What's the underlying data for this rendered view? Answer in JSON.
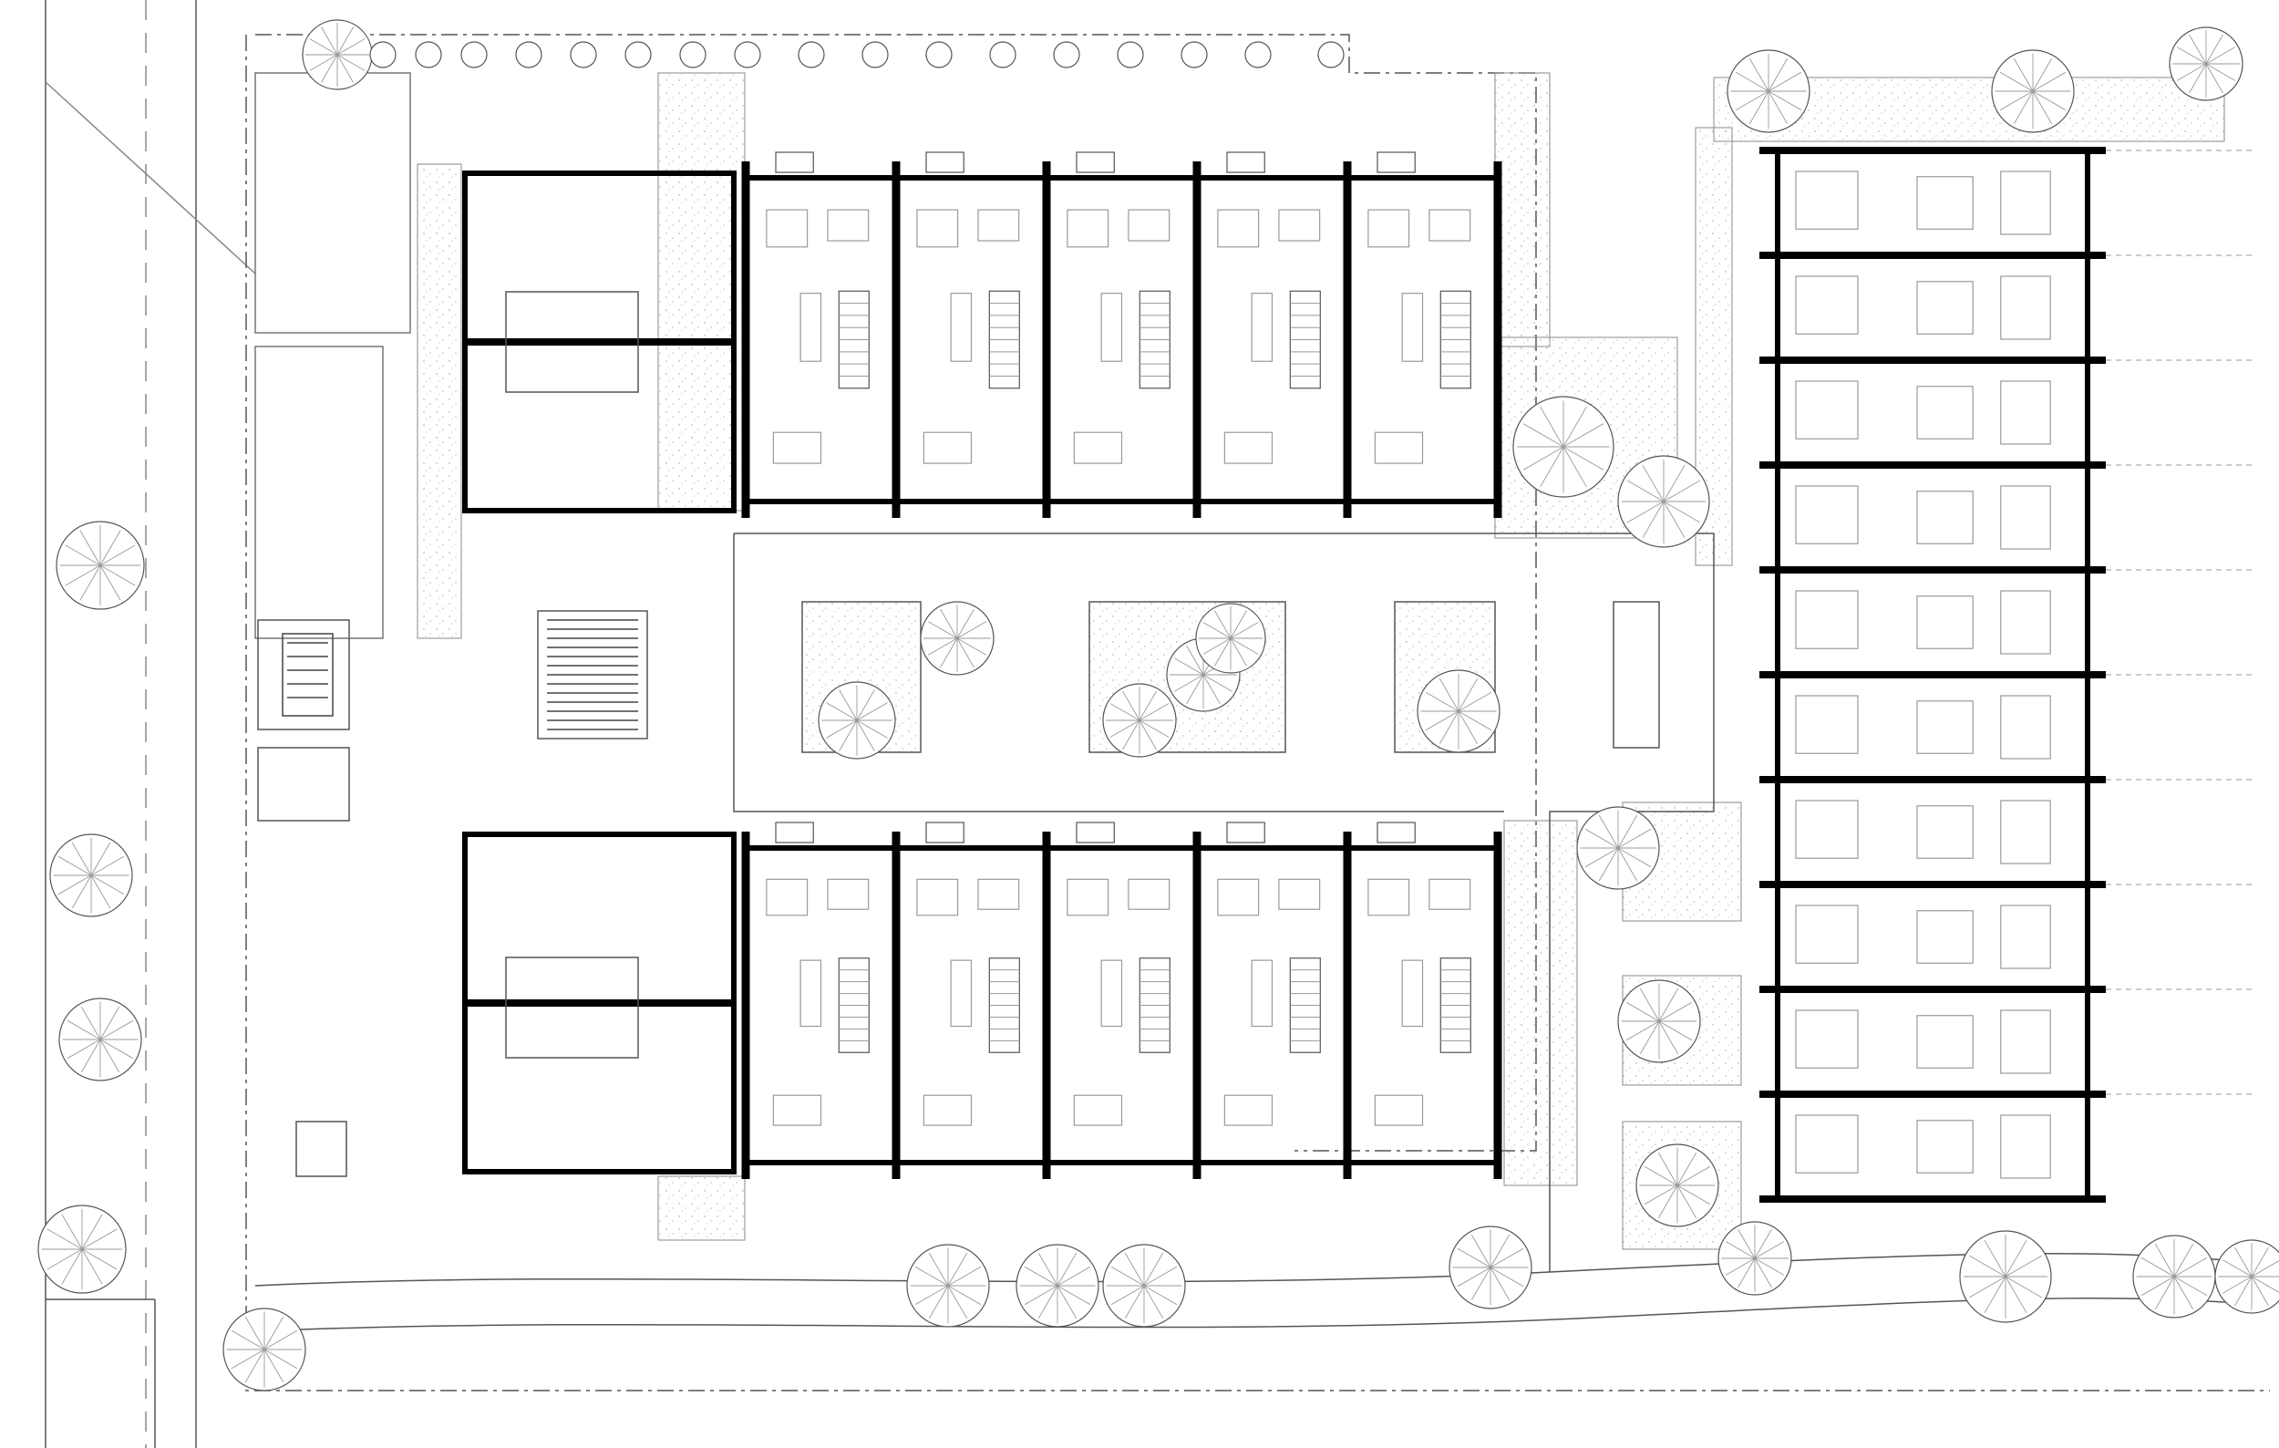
{
  "colors": {
    "background": "#ffffff",
    "wall": "#000000",
    "line": "#555555",
    "thin": "#9a9a9a",
    "planting": "#c8c8c8"
  },
  "plan": {
    "west_block_units": 2,
    "north_row_units": 5,
    "south_row_units": 5,
    "east_row_units": 10,
    "courtyard_planters": 3,
    "tree_symbol": "tree-icon",
    "stair_symbol": "stair-icon"
  }
}
